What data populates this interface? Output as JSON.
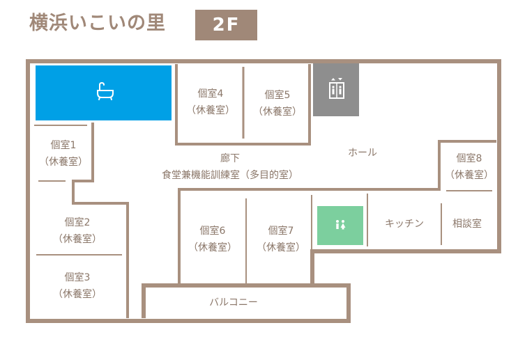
{
  "header": {
    "title": "横浜いこいの里",
    "floor": "2F"
  },
  "rooms": {
    "bath": {
      "icon": "bathtub-icon",
      "color": "#00a0e6"
    },
    "room4": {
      "name": "個室4",
      "sub": "（休養室）"
    },
    "room5": {
      "name": "個室5",
      "sub": "（休養室）"
    },
    "elevator": {
      "icon": "elevator-icon",
      "color": "#8e8e8e"
    },
    "room1": {
      "name": "個室1",
      "sub": "（休養室）"
    },
    "corridor": {
      "name": "廊下",
      "sub": "食堂兼機能訓練室（多目的室）"
    },
    "hall": {
      "name": "ホール"
    },
    "room8": {
      "name": "個室8",
      "sub": "（休養室）"
    },
    "room2": {
      "name": "個室2",
      "sub": "（休養室）"
    },
    "room3": {
      "name": "個室3",
      "sub": "（休養室）"
    },
    "room6": {
      "name": "個室6",
      "sub": "（休養室）"
    },
    "room7": {
      "name": "個室7",
      "sub": "（休養室）"
    },
    "toilet": {
      "icon": "restroom-icon",
      "color": "#7ccf9e"
    },
    "kitchen": {
      "name": "キッチン"
    },
    "consult": {
      "name": "相談室"
    },
    "balcony": {
      "name": "バルコニー"
    }
  },
  "wall_color": "#a8907f"
}
